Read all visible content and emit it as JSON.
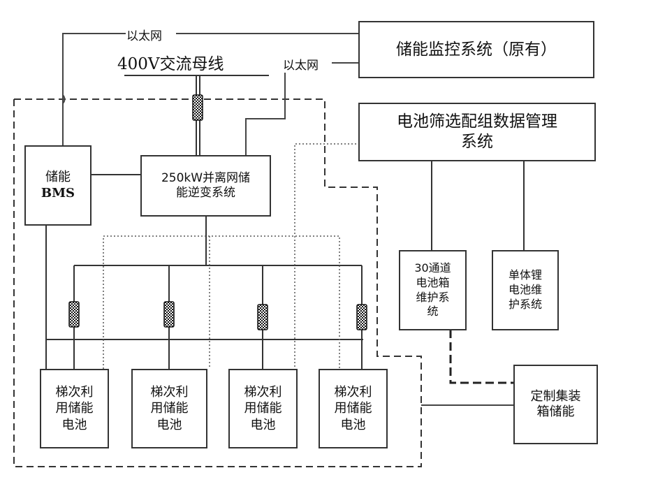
{
  "labels": {
    "ethernet_top": "以太网",
    "ethernet_mid": "以太网",
    "ac_bus": "400V交流母线"
  },
  "boxes": {
    "monitor": "储能监控系统（原有）",
    "screening": "电池筛选配组数据管理\n系统",
    "bms_line1": "储能",
    "bms_line2": "BMS",
    "inverter": "250kW并离网储\n能逆变系统",
    "channel30": "30通道\n电池箱\n维护系\n统",
    "single": "单体锂\n电池维\n护系统",
    "container": "定制集装\n箱储能"
  },
  "batteries": [
    "梯次利\n用储能\n电池",
    "梯次利\n用储能\n电池",
    "梯次利\n用储能\n电池",
    "梯次利\n用储能\n电池"
  ]
}
